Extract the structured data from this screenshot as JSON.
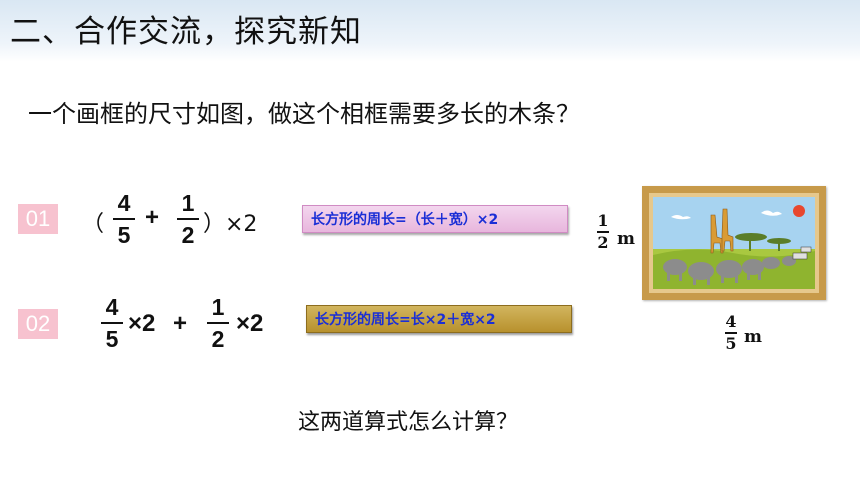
{
  "title": "二、合作交流，探究新知",
  "question": "一个画框的尺寸如图，做这个相框需要多长的木条？",
  "method1": {
    "badge": "01",
    "paren_open": "（",
    "frac_a": {
      "num": "4",
      "den": "5"
    },
    "plus": "+",
    "frac_b": {
      "num": "1",
      "den": "2"
    },
    "paren_close_times": "）×2",
    "formula": "长方形的周长=（长＋宽）×2"
  },
  "method2": {
    "badge": "02",
    "frac_a": {
      "num": "4",
      "den": "5"
    },
    "times_a": "×2",
    "plus": "+",
    "frac_b": {
      "num": "1",
      "den": "2"
    },
    "times_b": "×2",
    "formula": "长方形的周长=长×2＋宽×2"
  },
  "figure": {
    "width_label": {
      "num": "1",
      "den": "2",
      "unit": "m"
    },
    "length_label": {
      "num": "4",
      "den": "5",
      "unit": "m"
    }
  },
  "bottom_question": "这两道算式怎么计算？",
  "colors": {
    "badge_bg": "#f7c2cf",
    "formula_text": "#1b2fd6",
    "formula1_bg": "#e8b6dd",
    "formula2_bg": "#c9a449",
    "frame_wood": "#c79a4a"
  }
}
